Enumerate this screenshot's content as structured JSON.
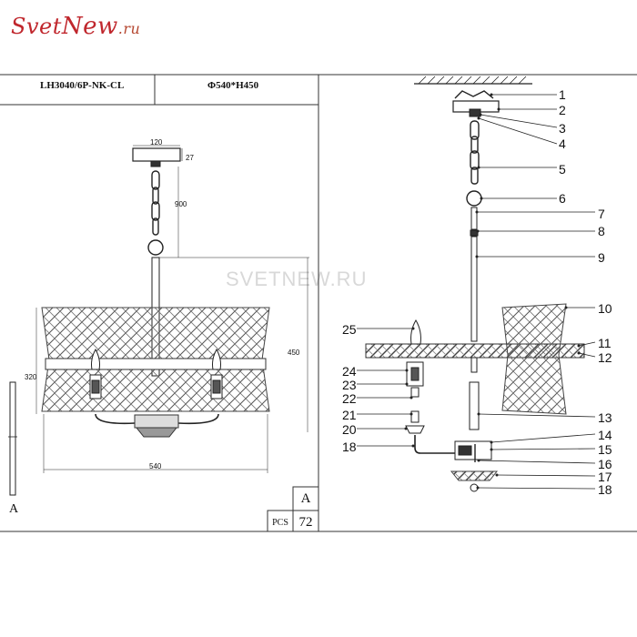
{
  "logo": {
    "svet": "Svet",
    "new": "New",
    "ru": ".ru"
  },
  "header": {
    "model": "LH3040/6P-NK-CL",
    "size": "Φ540*H450"
  },
  "watermark": "SVETNEW.RU",
  "dimensions": {
    "canopy_width": "120",
    "canopy_height": "27",
    "chain_length": "900",
    "shade_height": "320",
    "total_height": "450",
    "width": "540"
  },
  "section_label": "A",
  "box": {
    "letter": "A",
    "pcs_label": "PCS",
    "count": "72"
  },
  "parts": [
    "1",
    "2",
    "3",
    "4",
    "5",
    "6",
    "7",
    "8",
    "9",
    "10",
    "11",
    "12",
    "13",
    "14",
    "15",
    "16",
    "17",
    "18",
    "25",
    "24",
    "23",
    "22",
    "21",
    "20",
    "18"
  ]
}
